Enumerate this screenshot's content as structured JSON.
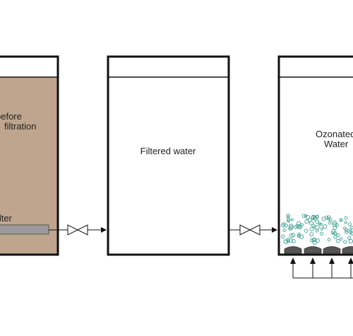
{
  "tank1": {
    "label_line1": "before",
    "label_line2": "filtration",
    "filter_label": "Filter",
    "fill_color": "#bfa58d"
  },
  "tank2": {
    "label": "Filtered water"
  },
  "tank3": {
    "label_line1": "Ozonated",
    "label_line2": "Water",
    "bubble_color": "#4fa99b"
  },
  "colors": {
    "outline": "#111111",
    "filter_bar": "#9a9a9a",
    "diffuser": "#555555"
  }
}
